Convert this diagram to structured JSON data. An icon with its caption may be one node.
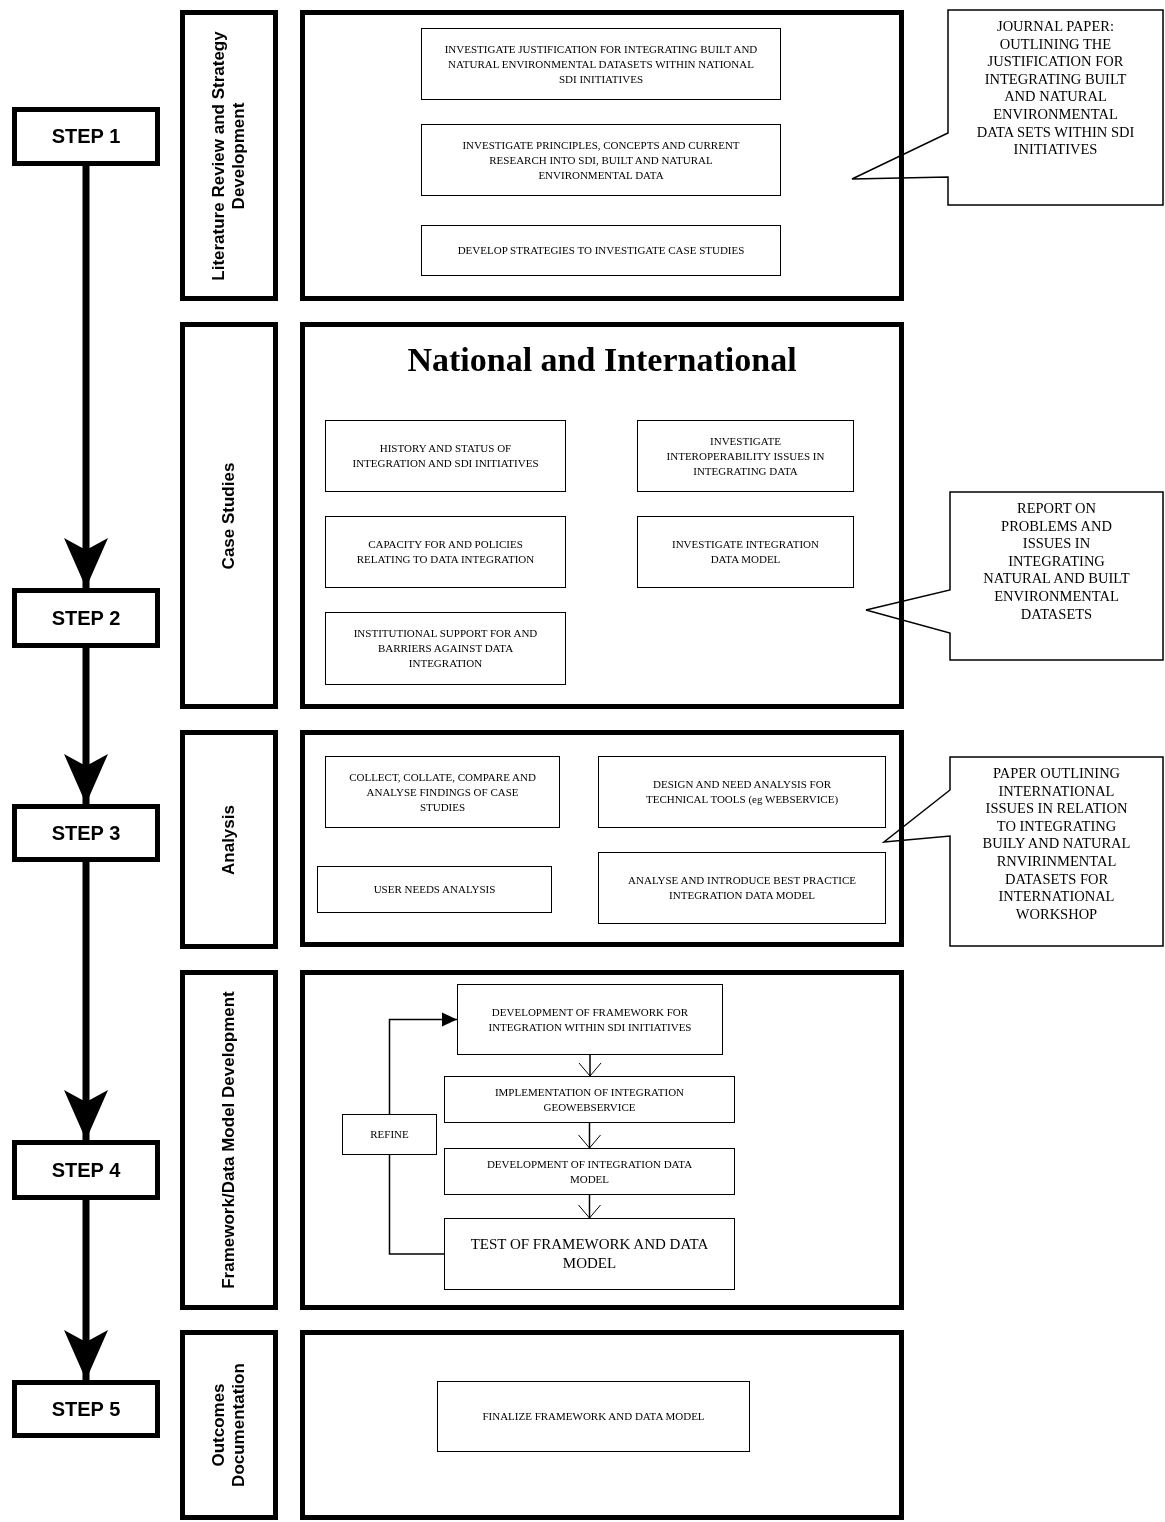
{
  "diagram": {
    "nodes": [
      {
        "text": [
          "STEP 1"
        ]
      },
      {
        "text": [
          "STEP 2"
        ]
      },
      {
        "text": [
          "STEP 3"
        ]
      },
      {
        "text": [
          "STEP 4"
        ]
      },
      {
        "text": [
          "STEP 5"
        ]
      },
      {
        "text": [
          "Literature Review and Strategy Development"
        ]
      },
      {
        "text": [],
        "shape": "box"
      },
      {
        "text": [
          "INVESTIGATE JUSTIFICATION FOR INTEGRATING BUILT AND NATURAL ENVIRONMENTAL DATASETS WITHIN NATIONAL SDI INITIATIVES"
        ],
        "in": 6
      },
      {
        "text": [
          "INVESTIGATE PRINCIPLES, CONCEPTS AND CURRENT RESEARCH INTO SDI, BUILT AND NATURAL ENVIRONMENTAL DATA"
        ],
        "in": 6
      },
      {
        "text": [
          "DEVELOP STRATEGIES TO INVESTIGATE CASE STUDIES"
        ],
        "in": 6
      },
      {
        "text": [
          "JOURNAL PAPER: OUTLINING THE JUSTIFICATION FOR INTEGRATING BUILT AND NATURAL ENVIRONMENTAL DATA SETS WITHIN SDI INITIATIVES"
        ]
      },
      {
        "text": [
          "Case Studies"
        ]
      },
      {
        "text": [
          "National and International"
        ]
      },
      {
        "text": [
          "HISTORY AND STATUS OF INTEGRATION AND SDI INITIATIVES"
        ],
        "in": 12
      },
      {
        "text": [
          "INVESTIGATE INTEROPERABILITY ISSUES IN INTEGRATING DATA"
        ],
        "in": 12
      },
      {
        "text": [
          "CAPACITY FOR AND POLICIES RELATING TO DATA INTEGRATION"
        ],
        "in": 12
      },
      {
        "text": [
          "INVESTIGATE INTEGRATION DATA MODEL"
        ],
        "in": 12
      },
      {
        "text": [
          "INSTITUTIONAL SUPPORT FOR AND BARRIERS AGAINST DATA INTEGRATION"
        ],
        "in": 12
      },
      {
        "text": [
          "REPORT ON PROBLEMS AND ISSUES IN INTEGRATING NATURAL AND BUILT ENVIRONMENTAL DATASETS"
        ]
      },
      {
        "text": [
          "Analysis"
        ]
      },
      {
        "text": [],
        "shape": "box"
      },
      {
        "text": [
          "COLLECT, COLLATE, COMPARE AND ANALYSE FINDINGS OF CASE STUDIES"
        ],
        "in": 20
      },
      {
        "text": [
          "DESIGN AND NEED ANALYSIS FOR TECHNICAL TOOLS (eg WEBSERVICE)"
        ],
        "in": 20
      },
      {
        "text": [
          "USER NEEDS ANALYSIS"
        ],
        "in": 20
      },
      {
        "text": [
          "ANALYSE AND INTRODUCE BEST PRACTICE INTEGRATION DATA MODEL"
        ],
        "in": 20
      },
      {
        "text": [
          "PAPER OUTLINING INTERNATIONAL ISSUES IN RELATION TO INTEGRATING BUILY AND NATURAL RNVIRINMENTAL DATASETS FOR INTERNATIONAL WORKSHOP"
        ]
      },
      {
        "text": [
          "Framework/Data Model Development"
        ]
      },
      {
        "text": [],
        "shape": "box"
      },
      {
        "text": [
          "DEVELOPMENT OF FRAMEWORK FOR INTEGRATION WITHIN SDI INITIATIVES"
        ],
        "in": 27
      },
      {
        "text": [
          "IMPLEMENTATION OF INTEGRATION GEOWEBSERVICE"
        ],
        "in": 27
      },
      {
        "text": [
          "DEVELOPMENT OF INTEGRATION DATA MODEL"
        ],
        "in": 27
      },
      {
        "text": [
          "TEST OF FRAMEWORK AND DATA MODEL"
        ],
        "in": 27
      },
      {
        "text": [
          "REFINE"
        ],
        "in": 27
      },
      {
        "text": [
          "Outcomes Documentation"
        ]
      },
      {
        "text": [],
        "shape": "box"
      },
      {
        "text": [
          "FINALIZE FRAMEWORK AND DATA MODEL"
        ],
        "in": 34
      }
    ],
    "edges": [
      {
        "from": 0,
        "to": 1,
        "arrow": "to",
        "style": "thick"
      },
      {
        "from": 1,
        "to": 2,
        "arrow": "to",
        "style": "thick"
      },
      {
        "from": 2,
        "to": 3,
        "arrow": "to",
        "style": "thick"
      },
      {
        "from": 3,
        "to": 4,
        "arrow": "to",
        "style": "thick"
      },
      {
        "from": 28,
        "to": 29,
        "arrow": "to"
      },
      {
        "from": 29,
        "to": 30,
        "arrow": "to"
      },
      {
        "from": 30,
        "to": 31,
        "arrow": "to"
      },
      {
        "from": 31,
        "to": 32,
        "arrow": "none"
      },
      {
        "from": 32,
        "to": 28,
        "arrow": "to"
      }
    ]
  }
}
